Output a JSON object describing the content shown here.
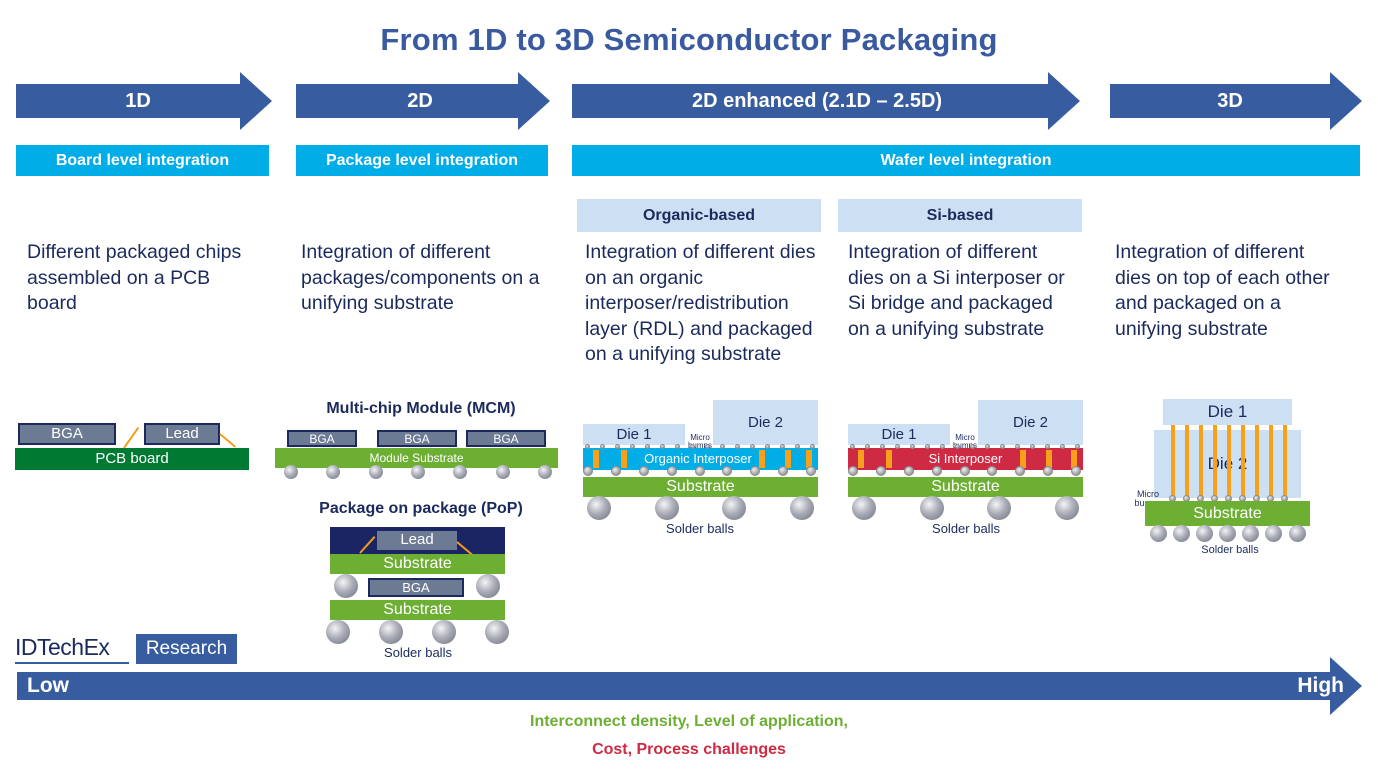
{
  "title": "From 1D to 3D Semiconductor Packaging",
  "stages": [
    {
      "label": "1D"
    },
    {
      "label": "2D"
    },
    {
      "label": "2D enhanced (2.1D – 2.5D)"
    },
    {
      "label": "3D"
    }
  ],
  "integration_levels": [
    {
      "label": "Board level integration"
    },
    {
      "label": "Package level integration"
    },
    {
      "label": "Wafer level integration"
    }
  ],
  "sub_types": [
    {
      "label": "Organic-based"
    },
    {
      "label": "Si-based"
    }
  ],
  "descriptions": {
    "d1": "Different packaged chips assembled on a PCB board",
    "d2": "Integration of different packages/components on a unifying substrate",
    "d25_organic": "Integration of different dies on an organic interposer/redistribution layer (RDL) and packaged on a  unifying substrate",
    "d25_si": "Integration of different dies on a Si interposer or Si bridge and packaged on a  unifying substrate",
    "d3": "Integration of different dies on top of each other and packaged on a unifying substrate"
  },
  "diagrams": {
    "one_d": {
      "bga": "BGA",
      "lead": "Lead",
      "board": "PCB board"
    },
    "mcm": {
      "heading": "Multi-chip Module (MCM)",
      "chips": [
        "BGA",
        "BGA",
        "BGA"
      ],
      "substrate": "Module Substrate"
    },
    "pop": {
      "heading": "Package on package (PoP)",
      "lead": "Lead",
      "substrate_top": "Substrate",
      "bga": "BGA",
      "substrate_bottom": "Substrate",
      "balls": "Solder balls"
    },
    "organic": {
      "die1": "Die 1",
      "die2": "Die 2",
      "microbumps": "Micro bumps",
      "interposer": "Organic Interposer",
      "substrate": "Substrate",
      "balls": "Solder balls"
    },
    "si": {
      "die1": "Die 1",
      "die2": "Die 2",
      "microbumps": "Micro bumps",
      "interposer": "Si Interposer",
      "substrate": "Substrate",
      "balls": "Solder balls"
    },
    "three_d": {
      "die1": "Die 1",
      "die2": "Die 2",
      "microbumps": "Micro bumps",
      "substrate": "Substrate",
      "balls": "Solder balls"
    }
  },
  "colors": {
    "primary_blue": "#375c9f",
    "cyan": "#00ade6",
    "light_blue": "#cde0f3",
    "green": "#6caf32",
    "pcb_green": "#007a33",
    "si_red": "#cf2a44",
    "orange": "#f7a11a",
    "text_navy": "#1b2a5c"
  },
  "logo": {
    "brand": "IDTechEx",
    "tag": "Research"
  },
  "scale": {
    "low": "Low",
    "high": "High",
    "caption_green": "Interconnect density, Level of application,",
    "caption_red": "Cost, Process challenges"
  }
}
